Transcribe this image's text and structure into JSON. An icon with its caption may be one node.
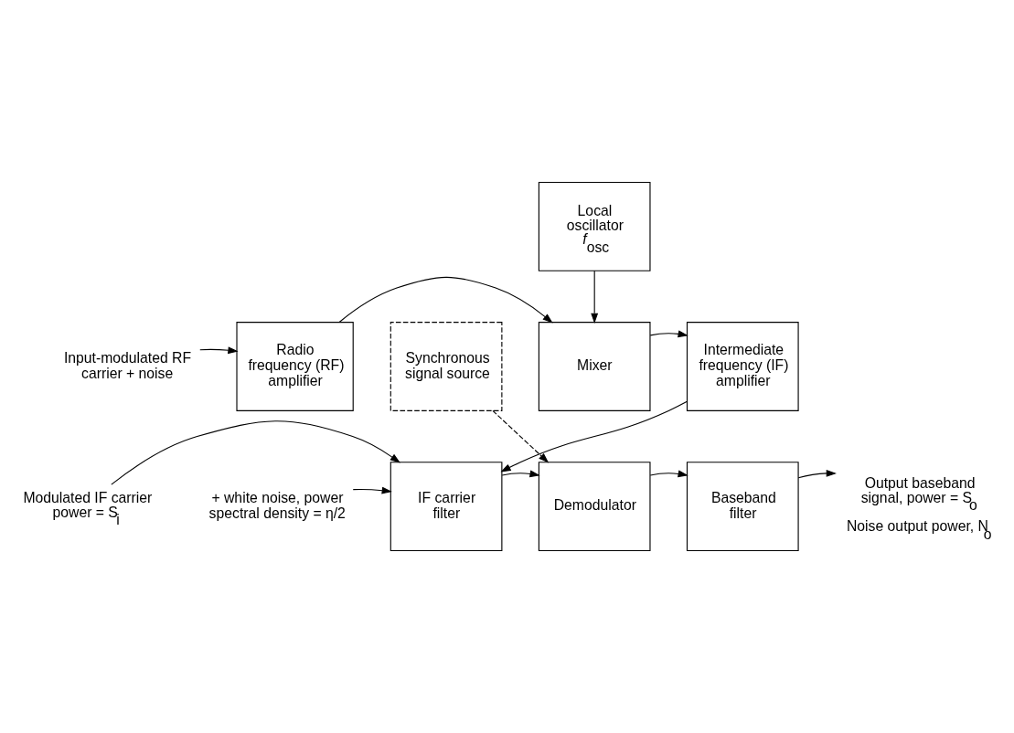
{
  "diagram": {
    "nodes": [
      {
        "text": [
          "Local oscillator *f*$_{osc}$"
        ]
      },
      {
        "text": [
          "Input-modulated RF carrier + noise"
        ]
      },
      {
        "text": [
          "Radio frequency (RF) amplifier"
        ]
      },
      {
        "text": [
          "Mixer"
        ]
      },
      {
        "text": [
          "Intermediate frequency (IF) amplifier"
        ]
      },
      {
        "text": [
          "IF carrier filter"
        ]
      },
      {
        "text": [
          "Demodulator"
        ]
      },
      {
        "text": [
          "Baseband filter"
        ]
      },
      {
        "text": [
          "Output baseband signal, power = S$_{o}$",
          "Noise output power, N$_{o}$"
        ]
      },
      {
        "text": [
          "Synchronous signal source"
        ]
      },
      {
        "text": [
          "Modulated IF carrier power = S$_{i}$"
        ]
      },
      {
        "text": [
          "+ white noise, power spectral density = η/2"
        ]
      }
    ],
    "edges": [
      {
        "from": 0,
        "to": 3,
        "arrow": "to"
      },
      {
        "from": 1,
        "to": 2,
        "arrow": "to"
      },
      {
        "from": 2,
        "to": 3,
        "arrow": "to"
      },
      {
        "from": 3,
        "to": 4,
        "arrow": "to"
      },
      {
        "from": 4,
        "to": 5,
        "arrow": "to"
      },
      {
        "from": 10,
        "to": 5,
        "arrow": "to"
      },
      {
        "from": 11,
        "to": 5,
        "arrow": "to"
      },
      {
        "from": 5,
        "to": 6,
        "arrow": "to"
      },
      {
        "from": 6,
        "to": 7,
        "arrow": "to"
      },
      {
        "from": 7,
        "to": 8,
        "arrow": "to"
      },
      {
        "from": 9,
        "to": 6,
        "arrow": "to",
        "style": "dashed"
      }
    ]
  }
}
